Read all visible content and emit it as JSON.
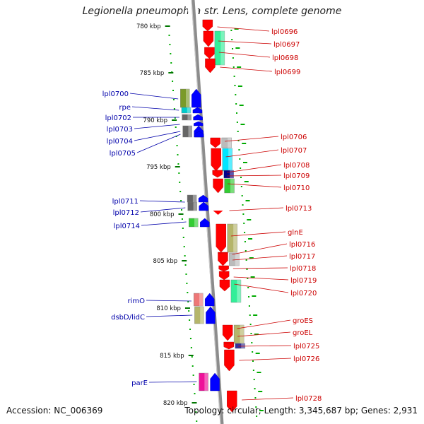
{
  "title": "Legionella pneumophila str. Lens, complete genome",
  "footer": {
    "accession": "Accession: NC_006369",
    "topology": "Topology: circular; Length: 3,345,687 bp; Genes: 2,931"
  },
  "colors": {
    "forward_gene": "#ff0000",
    "reverse_gene": "#0000ff",
    "forward_label": "#cc0000",
    "reverse_label": "#0000aa",
    "backbone": "#8c8c8c",
    "scale_dots": "#00aa00"
  },
  "scale": {
    "unit": "kbp",
    "ticks": [
      {
        "label": "780 kbp",
        "value": 780
      },
      {
        "label": "785 kbp",
        "value": 785
      },
      {
        "label": "790 kbp",
        "value": 790
      },
      {
        "label": "795 kbp",
        "value": 795
      },
      {
        "label": "800 kbp",
        "value": 800
      },
      {
        "label": "805 kbp",
        "value": 805
      },
      {
        "label": "810 kbp",
        "value": 810
      },
      {
        "label": "815 kbp",
        "value": 815
      },
      {
        "label": "820 kbp",
        "value": 820
      }
    ]
  },
  "genes": {
    "forward": [
      {
        "name": "lpl0696",
        "cog_color": "#ffffff"
      },
      {
        "name": "lpl0697",
        "cog_color": "#33ee99"
      },
      {
        "name": "lpl0698",
        "cog_color": "#33ee99"
      },
      {
        "name": "lpl0699",
        "cog_color": "#ffffff"
      },
      {
        "name": "lpl0706",
        "cog_color": "#bbbbbb"
      },
      {
        "name": "lpl0707",
        "cog_color": "#00e5ff"
      },
      {
        "name": "lpl0708",
        "cog_color": "#00e5ff"
      },
      {
        "name": "lpl0709",
        "cog_color": "#00008b"
      },
      {
        "name": "lpl0710",
        "cog_color": "#33cc33"
      },
      {
        "name": "lpl0713",
        "cog_color": "#ffffff"
      },
      {
        "name": "glnE",
        "cog_color": "#b5b56a"
      },
      {
        "name": "lpl0716",
        "cog_color": "#33cc33"
      },
      {
        "name": "lpl0717",
        "cog_color": "#bbbbbb"
      },
      {
        "name": "lpl0718",
        "cog_color": "#ffffff"
      },
      {
        "name": "lpl0719",
        "cog_color": "#33ee99"
      },
      {
        "name": "lpl0720",
        "cog_color": "#33ee99"
      },
      {
        "name": "groES",
        "cog_color": "#b5b56a"
      },
      {
        "name": "groEL",
        "cog_color": "#b5b56a"
      },
      {
        "name": "lpl0725",
        "cog_color": "#333399"
      },
      {
        "name": "lpl0726",
        "cog_color": "#ffffff"
      },
      {
        "name": "lpl0728",
        "cog_color": "#ffffff"
      }
    ],
    "reverse": [
      {
        "name": "lpl0700",
        "cog_color": "#7a9a2a"
      },
      {
        "name": "rpe",
        "cog_color": "#00cccc"
      },
      {
        "name": "lpl0702",
        "cog_color": "#666666"
      },
      {
        "name": "lpl0703",
        "cog_color": "#ffffff"
      },
      {
        "name": "lpl0704",
        "cog_color": "#666666"
      },
      {
        "name": "lpl0705",
        "cog_color": "#ffffff"
      },
      {
        "name": "lpl0711",
        "cog_color": "#666666"
      },
      {
        "name": "lpl0712",
        "cog_color": "#666666"
      },
      {
        "name": "lpl0714",
        "cog_color": "#33cc33"
      },
      {
        "name": "rimO",
        "cog_color": "#ee7777"
      },
      {
        "name": "dsbD/lidC",
        "cog_color": "#b5b56a"
      },
      {
        "name": "parE",
        "cog_color": "#ee1199"
      }
    ]
  }
}
